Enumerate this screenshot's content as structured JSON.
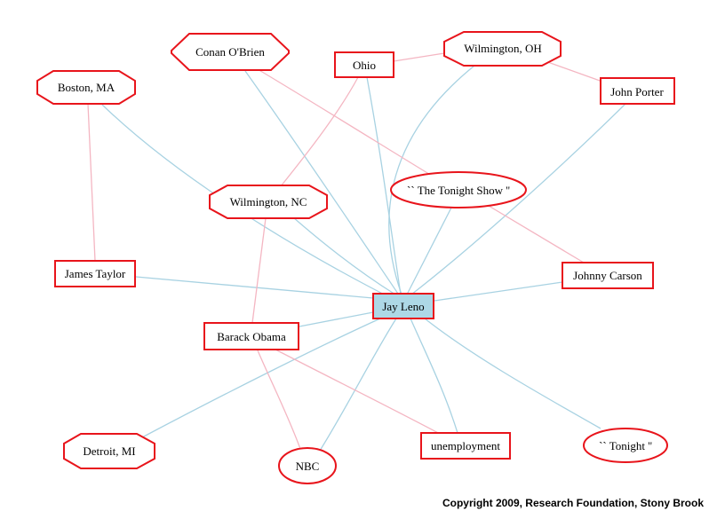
{
  "colors": {
    "node_stroke": "#e8141b",
    "center_fill": "#add8e6",
    "edge_blue": "#a8d2e2",
    "edge_pink": "#f4b6c2"
  },
  "nodes": {
    "jay_leno": "Jay Leno",
    "boston": "Boston, MA",
    "conan": "Conan O'Brien",
    "ohio": "Ohio",
    "wilmington_oh": "Wilmington, OH",
    "john_porter": "John Porter",
    "wilmington_nc": "Wilmington, NC",
    "tonight_show": "`` The Tonight Show ''",
    "james_taylor": "James Taylor",
    "johnny_carson": "Johnny Carson",
    "barack_obama": "Barack Obama",
    "detroit": "Detroit, MI",
    "nbc": "NBC",
    "unemployment": "unemployment",
    "tonight": "`` Tonight ''"
  },
  "footer": {
    "copyright": "Copyright 2009, Research Foundation, Stony Brook"
  }
}
